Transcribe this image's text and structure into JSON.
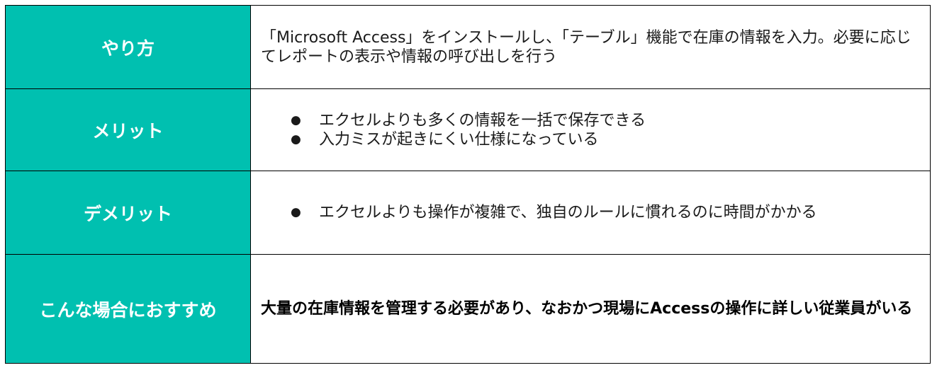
{
  "table": {
    "rows": [
      {
        "label": "やり方",
        "text": "「Microsoft Access」をインストールし、「テーブル」機能で在庫の情報を入力。必要に応じてレポートの表示や情報の呼び出しを行う"
      },
      {
        "label": "メリット",
        "bullets": [
          "エクセルよりも多くの情報を一括で保存できる",
          "入力ミスが起きにくい仕様になっている"
        ]
      },
      {
        "label": "デメリット",
        "bullets": [
          "エクセルよりも操作が複雑で、独自のルールに慣れるのに時間がかかる"
        ]
      },
      {
        "label": "こんな場合におすすめ",
        "text": "大量の在庫情報を管理する必要があり、なおかつ現場にAccessの操作に詳しい従業員がいる"
      }
    ],
    "bullet_symbol": "●",
    "colors": {
      "label_background": "#00c0b0",
      "label_text": "#ffffff",
      "border": "#000000"
    }
  }
}
